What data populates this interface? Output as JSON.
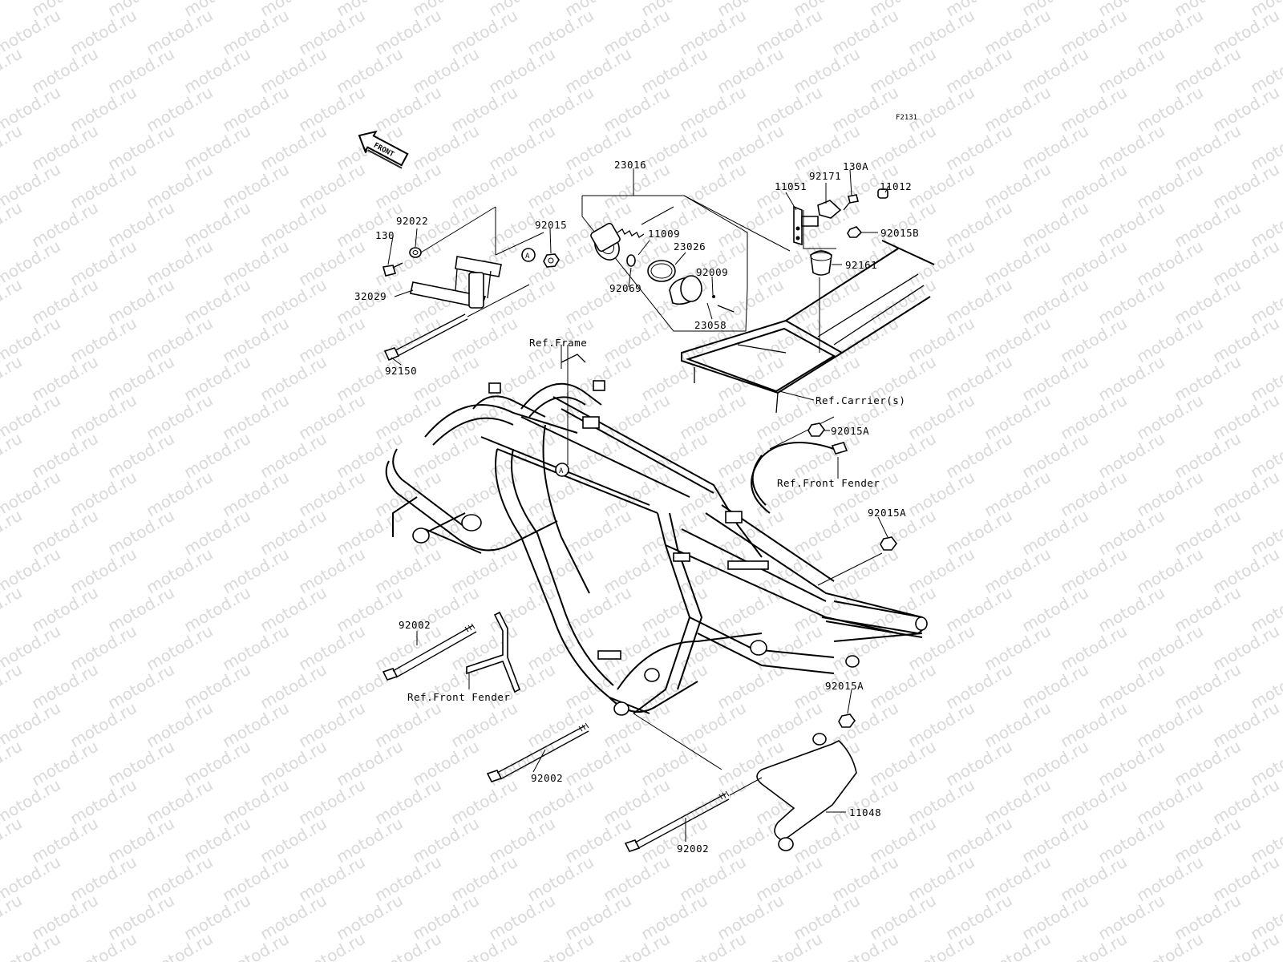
{
  "figure_code": "F2131",
  "front_arrow": "FRONT",
  "watermark_text": "motod.ru",
  "ref_marker": "A",
  "labels": {
    "p23016": "23016",
    "p92171": "92171",
    "p130A": "130A",
    "p11051": "11051",
    "p11012": "11012",
    "p92015B": "92015B",
    "p92161": "92161",
    "p92022": "92022",
    "p92015": "92015",
    "p130": "130",
    "p11009": "11009",
    "p23026": "23026",
    "p92009": "92009",
    "p92069": "92069",
    "p23058": "23058",
    "p32029": "32029",
    "p92150": "92150",
    "ref_frame": "Ref.Frame",
    "ref_carrier": "Ref.Carrier(s)",
    "p92015A_1": "92015A",
    "ref_front_fender_1": "Ref.Front Fender",
    "p92015A_2": "92015A",
    "p92002_1": "92002",
    "ref_front_fender_2": "Ref.Front Fender",
    "p92015A_3": "92015A",
    "p92002_2": "92002",
    "p11048": "11048",
    "p92002_3": "92002"
  }
}
